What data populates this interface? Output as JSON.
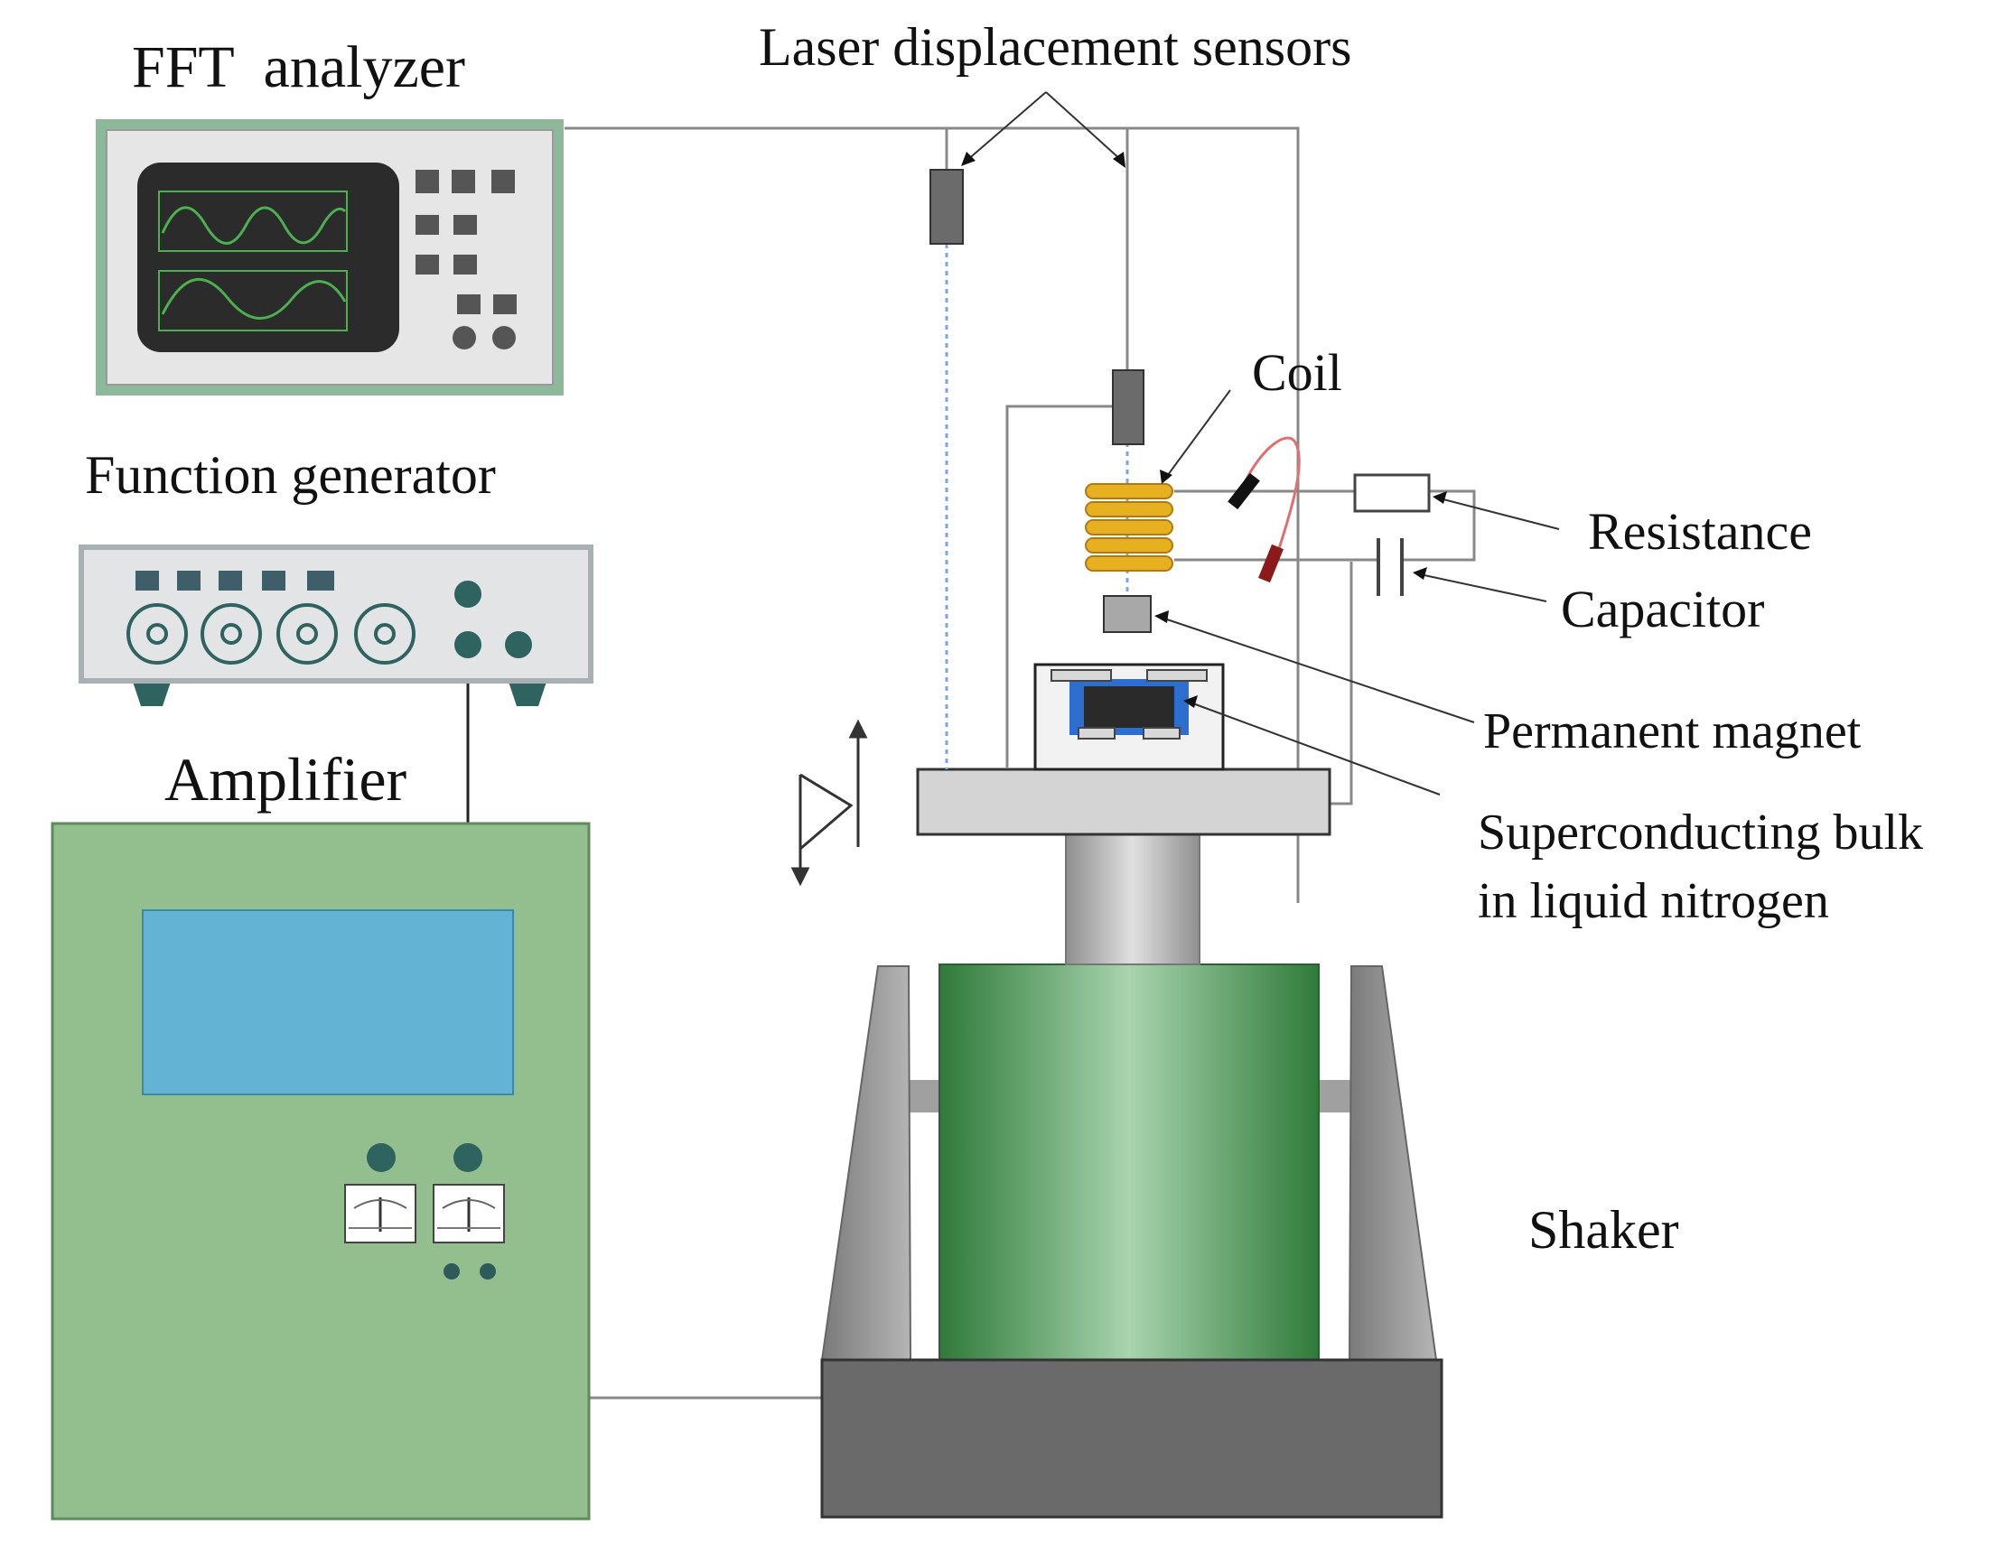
{
  "labels": {
    "fft_analyzer": "FFT  analyzer",
    "laser_sensors": "Laser displacement sensors",
    "coil": "Coil",
    "function_generator": "Function generator",
    "resistance": "Resistance",
    "capacitor": "Capacitor",
    "permanent_magnet": "Permanent magnet",
    "amplifier": "Amplifier",
    "superconducting_line1": "Superconducting bulk",
    "superconducting_line2": "in liquid nitrogen",
    "shaker": "Shaker"
  },
  "colors": {
    "panel_frame": "#8db89a",
    "panel_face": "#e6e6e6",
    "screen": "#2b2b2b",
    "trace": "#4caf50",
    "button_dark": "#555555",
    "generator_button": "#3e5f6a",
    "generator_knob": "#2f6360",
    "amplifier_body": "#93bf8f",
    "amplifier_display": "#63b3d4",
    "coil": "#e6b020",
    "wire": "#777777",
    "shaker_body": "#3f8a4a",
    "shaker_frame": "#8c8c8c",
    "shaker_base": "#6a6a6a",
    "pillar": "#b0b0b0",
    "table": "#d4d4d4",
    "sensor": "#6b6b6b",
    "laser_beam": "#7aa5e0",
    "bulk": "#2a2a2a",
    "bulk_holder": "#2d6fd0",
    "wire_red": "#e07070",
    "clip_dark": "#111111",
    "clip_red": "#8b1a1a"
  },
  "icons": {
    "fft_screen": "oscilloscope-waveform",
    "amplifier_meter": "analog-meter",
    "vibration": "zigzag-double-arrow"
  }
}
